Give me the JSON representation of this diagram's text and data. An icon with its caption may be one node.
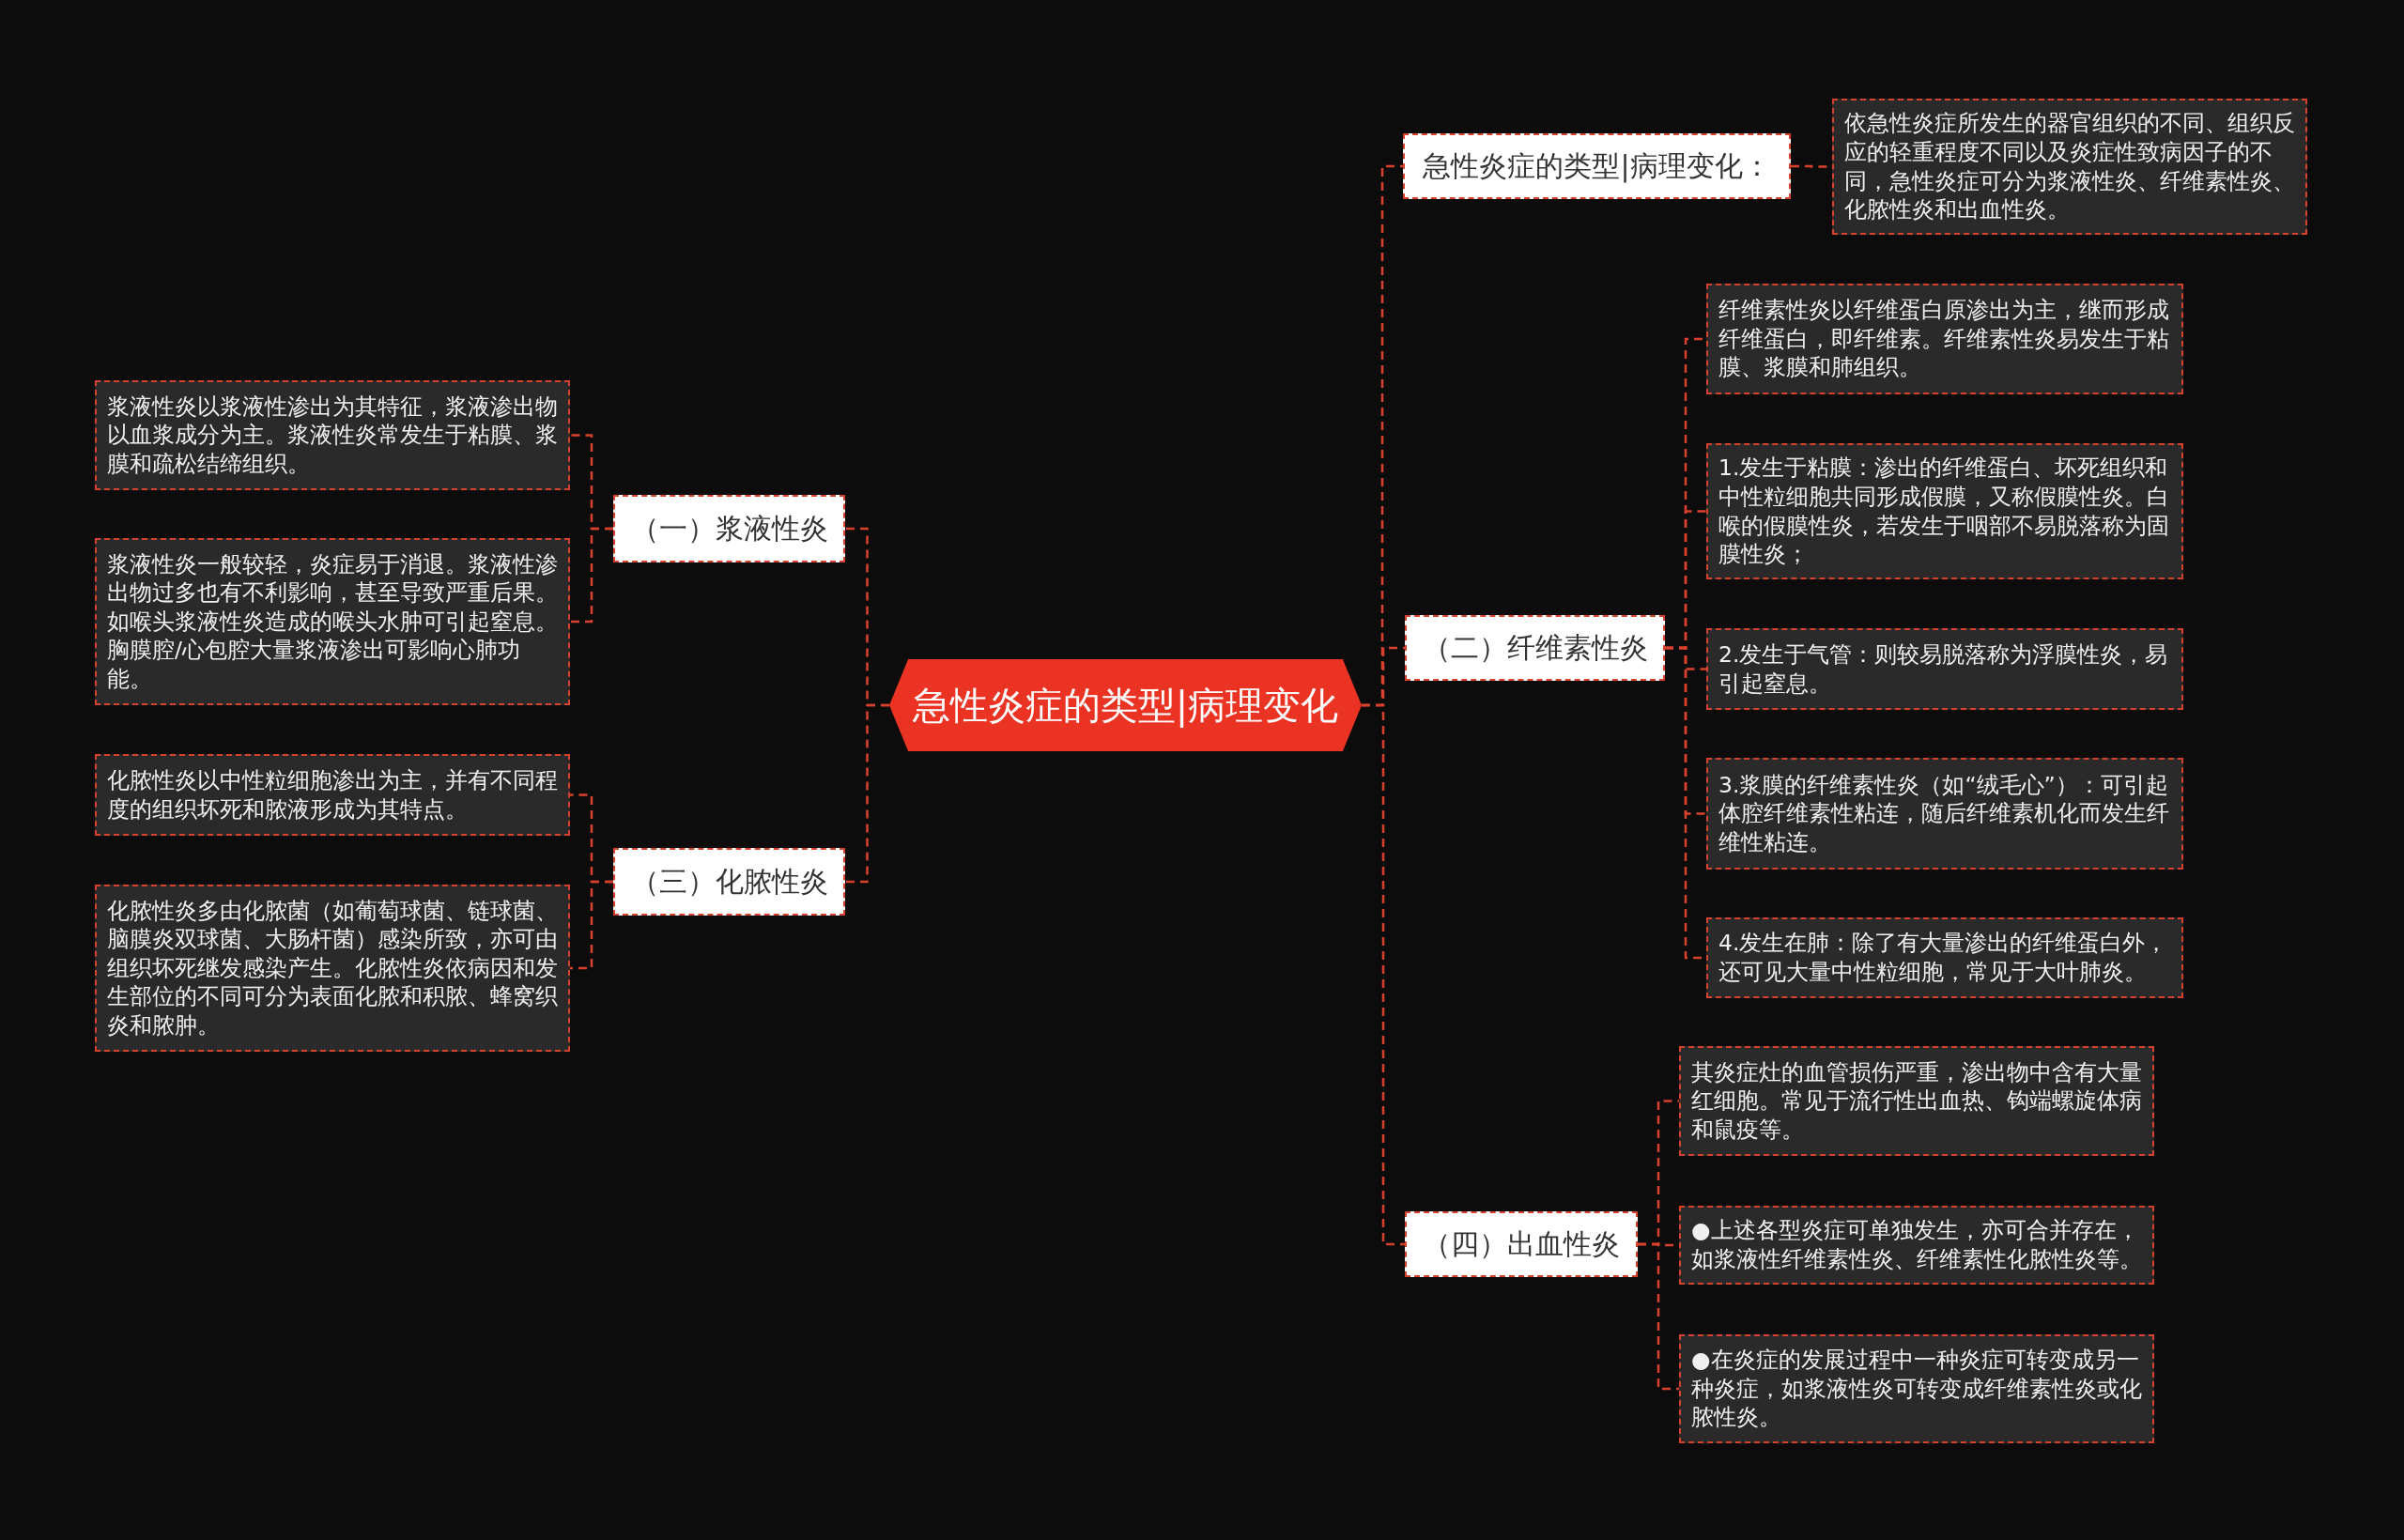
{
  "diagram": {
    "nodes": [
      {
        "text": [
          "急性炎症的类型|病理变化"
        ]
      },
      {
        "text": [
          "（一）浆液性炎"
        ]
      },
      {
        "text": [
          "浆液性炎以浆液性渗出为其特征，浆液渗出物以血浆成分为主。浆液性炎常发生于粘膜、浆膜和疏松结缔组织。"
        ]
      },
      {
        "text": [
          "浆液性炎一般较轻，炎症易于消退。浆液性渗出物过多也有不利影响，甚至导致严重后果。如喉头浆液性炎造成的喉头水肿可引起窒息。胸膜腔/心包腔大量浆液渗出可影响心肺功能。"
        ]
      },
      {
        "text": [
          "（三）化脓性炎"
        ]
      },
      {
        "text": [
          "化脓性炎以中性粒细胞渗出为主，并有不同程度的组织坏死和脓液形成为其特点。"
        ]
      },
      {
        "text": [
          "化脓性炎多由化脓菌（如葡萄球菌、链球菌、脑膜炎双球菌、大肠杆菌）感染所致，亦可由组织坏死继发感染产生。化脓性炎依病因和发生部位的不同可分为表面化脓和积脓、蜂窝织炎和脓肿。"
        ]
      },
      {
        "text": [
          "急性炎症的类型|病理变化："
        ]
      },
      {
        "text": [
          "依急性炎症所发生的器官组织的不同、组织反应的轻重程度不同以及炎症性致病因子的不同，急性炎症可分为浆液性炎、纤维素性炎、化脓性炎和出血性炎。"
        ]
      },
      {
        "text": [
          "（二）纤维素性炎"
        ]
      },
      {
        "text": [
          "纤维素性炎以纤维蛋白原渗出为主，继而形成纤维蛋白，即纤维素。纤维素性炎易发生于粘膜、浆膜和肺组织。"
        ]
      },
      {
        "text": [
          "1.发生于粘膜：渗出的纤维蛋白、坏死组织和中性粒细胞共同形成假膜，又称假膜性炎。白喉的假膜性炎，若发生于咽部不易脱落称为固膜性炎；"
        ]
      },
      {
        "text": [
          "2.发生于气管：则较易脱落称为浮膜性炎，易引起窒息。"
        ]
      },
      {
        "text": [
          "3.浆膜的纤维素性炎（如“绒毛心”）：可引起体腔纤维素性粘连，随后纤维素机化而发生纤维性粘连。"
        ]
      },
      {
        "text": [
          "4.发生在肺：除了有大量渗出的纤维蛋白外，还可见大量中性粒细胞，常见于大叶肺炎。"
        ]
      },
      {
        "text": [
          "（四）出血性炎"
        ]
      },
      {
        "text": [
          "其炎症灶的血管损伤严重，渗出物中含有大量红细胞。常见于流行性出血热、钩端螺旋体病和鼠疫等。"
        ]
      },
      {
        "text": [
          "●上述各型炎症可单独发生，亦可合并存在，如浆液性纤维素性炎、纤维素性化脓性炎等。"
        ]
      },
      {
        "text": [
          "●在炎症的发展过程中一种炎症可转变成另一种炎症，如浆液性炎可转变成纤维素性炎或化脓性炎。"
        ]
      }
    ],
    "edges": [
      {
        "from": 0,
        "to": 1,
        "arrow": "none"
      },
      {
        "from": 1,
        "to": 2,
        "arrow": "none"
      },
      {
        "from": 1,
        "to": 3,
        "arrow": "none"
      },
      {
        "from": 0,
        "to": 4,
        "arrow": "none"
      },
      {
        "from": 4,
        "to": 5,
        "arrow": "none"
      },
      {
        "from": 4,
        "to": 6,
        "arrow": "none"
      },
      {
        "from": 0,
        "to": 7,
        "arrow": "none"
      },
      {
        "from": 7,
        "to": 8,
        "arrow": "none"
      },
      {
        "from": 0,
        "to": 9,
        "arrow": "none"
      },
      {
        "from": 9,
        "to": 10,
        "arrow": "none"
      },
      {
        "from": 9,
        "to": 11,
        "arrow": "none"
      },
      {
        "from": 9,
        "to": 12,
        "arrow": "none"
      },
      {
        "from": 9,
        "to": 13,
        "arrow": "none"
      },
      {
        "from": 9,
        "to": 14,
        "arrow": "none"
      },
      {
        "from": 0,
        "to": 15,
        "arrow": "none"
      },
      {
        "from": 15,
        "to": 16,
        "arrow": "none"
      },
      {
        "from": 15,
        "to": 17,
        "arrow": "none"
      },
      {
        "from": 15,
        "to": 18,
        "arrow": "none"
      }
    ]
  }
}
